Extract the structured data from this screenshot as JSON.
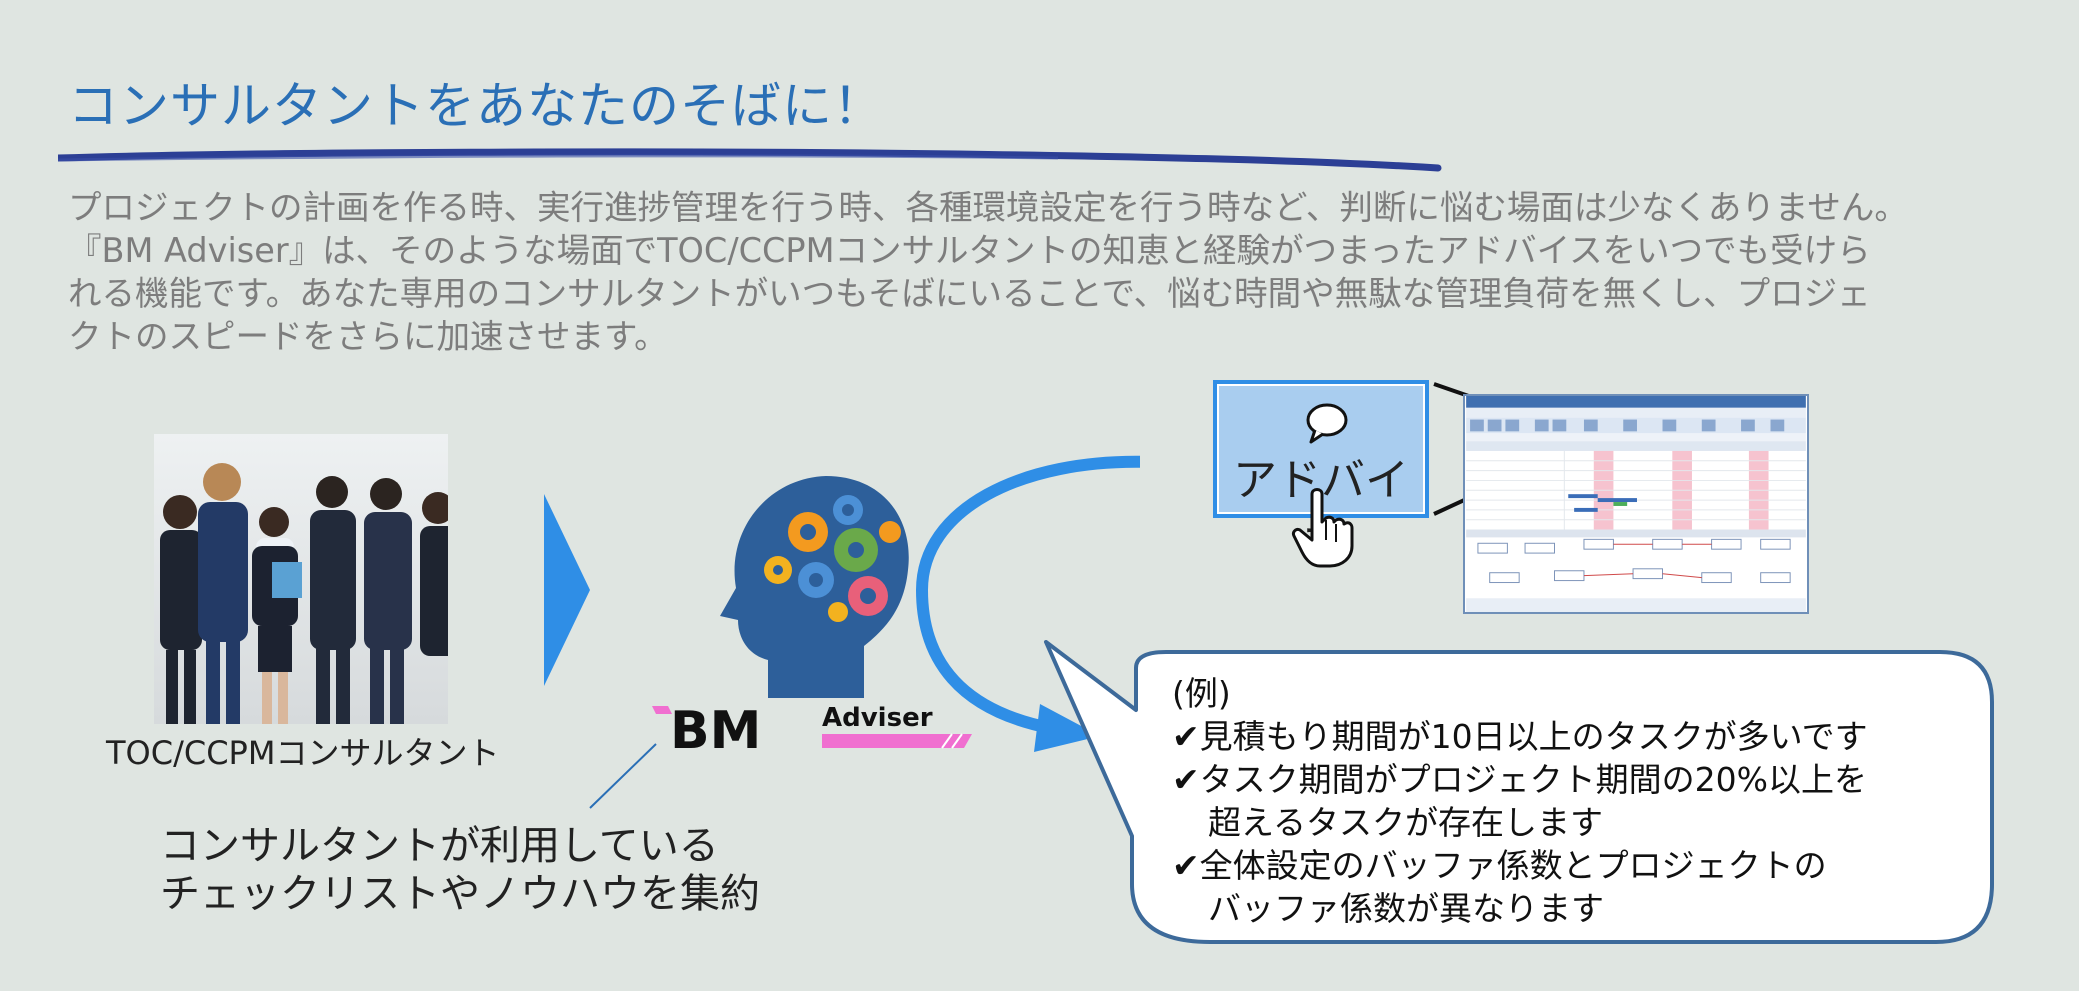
{
  "title": "コンサルタントをあなたのそばに！",
  "description": [
    "プロジェクトの計画を作る時、実行進捗管理を行う時、各種環境設定を行う時など、判断に悩む場面は少なくありません。",
    "『BM Adviser』は、そのような場面でTOC/CCPMコンサルタントの知恵と経験がつまったアドバイスをいつでも受けら",
    "れる機能です。あなた専用のコンサルタントがいつもそばにいることで、悩む時間や無駄な管理負荷を無くし、プロジェ",
    "クトのスピードをさらに加速させます。"
  ],
  "consultant_label": "TOC/CCPMコンサルタント",
  "logo": {
    "main": "BM",
    "sub": "Adviser"
  },
  "caption": [
    "コンサルタントが利用している",
    "チェックリストやノウハウを集約"
  ],
  "advice_button": {
    "label": "アドバイス",
    "icon": "speech-bubble-icon",
    "cursor": "hand-pointer-icon"
  },
  "example": {
    "heading": "(例)",
    "lines": [
      "✔見積もり期間が10日以上のタスクが多いです",
      "✔タスク期間がプロジェクト期間の20%以上を",
      "超えるタスクが存在します",
      "✔全体設定のバッファ係数とプロジェクトの",
      "バッファ係数が異なります"
    ]
  },
  "colors": {
    "title": "#2a6fb6",
    "accent": "#2f8ee6",
    "background": "#dfe5e1",
    "logo_pink": "#f06fd0",
    "head": "#2d5f9a"
  }
}
